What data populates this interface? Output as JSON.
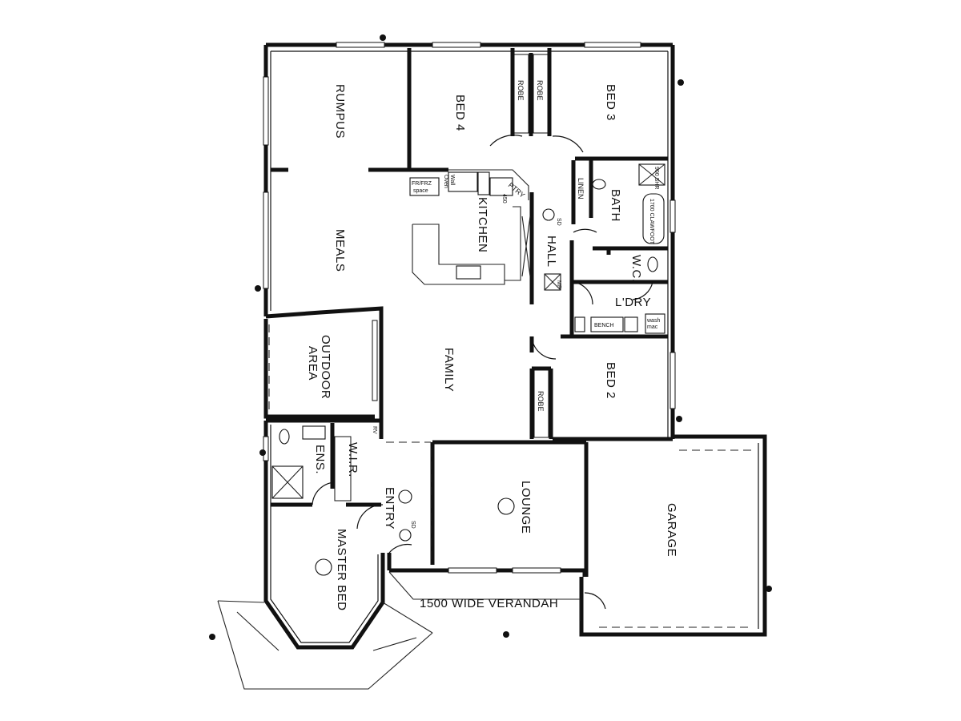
{
  "rooms": {
    "rumpus": "RUMPUS",
    "bed4": "BED 4",
    "bed3": "BED 3",
    "robe1": "ROBE",
    "robe2": "ROBE",
    "robe3": "ROBE",
    "linen": "LINEN",
    "bath": "BATH",
    "meals": "MEALS",
    "kitchen": "KITCHEN",
    "hall": "HALL",
    "wc": "W.C.",
    "ldry": "L'DRY",
    "outdoor_line1": "OUTDOOR",
    "outdoor_line2": "AREA",
    "family": "FAMILY",
    "bed2": "BED 2",
    "ens": "ENS.",
    "wir": "W.I.R.",
    "entry": "ENTRY",
    "lounge": "LOUNGE",
    "garage": "GARAGE",
    "master_bed": "MASTER BED",
    "verandah": "1500 WIDE VERANDAH"
  },
  "fixtures": {
    "fridge_line1": "FR/FRZ",
    "fridge_line2": "space",
    "wall_oven_line1": "Wall",
    "wall_oven_line2": "Oven",
    "pantry": "PTRY",
    "ptry_dim": "450",
    "bath_size": "1700 CLAWFOOT",
    "shower_size": "900 SHR",
    "bench": "BENCH",
    "wash_line1": "wash",
    "wash_line2": "mac",
    "sd1": "SD",
    "sd2": "SD",
    "mp": "MP",
    "rv": "RV"
  }
}
